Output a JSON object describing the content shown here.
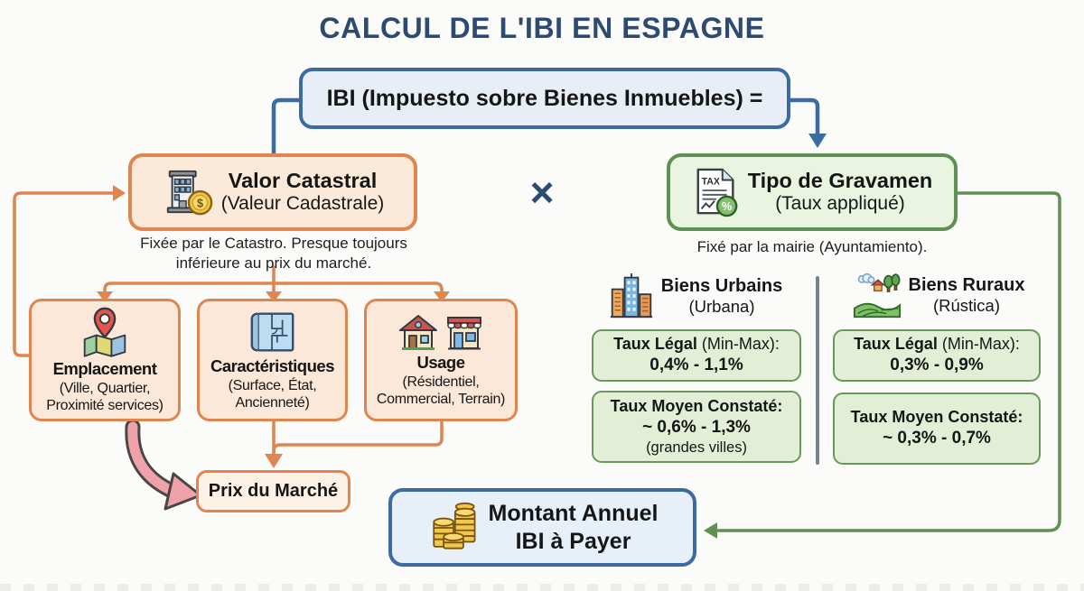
{
  "title": "CALCUL DE L'IBI EN ESPAGNE",
  "formula": {
    "label": "IBI (Impuesto sobre Bienes Inmuebles) ="
  },
  "operator": "×",
  "valor": {
    "title": "Valor Catastral",
    "subtitle": "(Valeur Cadastrale)",
    "caption1": "Fixée par le Catastro. Presque toujours",
    "caption2": "inférieure au prix du marché."
  },
  "tipo": {
    "title": "Tipo de Gravamen",
    "subtitle": "(Taux appliqué)",
    "caption": "Fixé par la mairie (Ayuntamiento)."
  },
  "factors": [
    {
      "title": "Emplacement",
      "line1": "(Ville, Quartier,",
      "line2": "Proximité services)"
    },
    {
      "title": "Caractéristiques",
      "line1": "(Surface, État,",
      "line2": "Ancienneté)"
    },
    {
      "title": "Usage",
      "line1": "(Résidentiel,",
      "line2": "Commercial, Terrain)"
    }
  ],
  "prix": {
    "label": "Prix du Marché"
  },
  "urban": {
    "title": "Biens Urbains",
    "subtitle": "(Urbana)",
    "legal_bold": "Taux Légal",
    "legal_rest": " (Min-Max):",
    "legal_value": "0,4% - 1,1%",
    "moyen_label": "Taux Moyen Constaté:",
    "moyen_value": "~ 0,6% - 1,3%",
    "moyen_note": "(grandes villes)"
  },
  "rural": {
    "title": "Biens Ruraux",
    "subtitle": "(Rústica)",
    "legal_bold": "Taux Légal",
    "legal_rest": " (Min-Max):",
    "legal_value": "0,3% - 0,9%",
    "moyen_label": "Taux Moyen Constaté:",
    "moyen_value": "~ 0,3% - 0,7%"
  },
  "montant": {
    "line1": "Montant Annuel",
    "line2": "IBI à Payer"
  },
  "colors": {
    "navy": "#2d4b70",
    "blue": "#3c6ba3",
    "orange": "#de8550",
    "green": "#5f9252",
    "pink": "#f0a2ab",
    "orange_fill": "#fbe9da",
    "green_fill": "#e9f4e1",
    "blue_fill": "#e8eef6"
  },
  "icons": {
    "valor": "building-coin-icon",
    "tipo": "tax-percent-icon",
    "emplacement": "map-pin-icon",
    "caracteristiques": "blueprint-icon",
    "usage": "house-shop-icons",
    "urban": "city-icon",
    "rural": "farm-icon",
    "montant": "coins-icon"
  }
}
